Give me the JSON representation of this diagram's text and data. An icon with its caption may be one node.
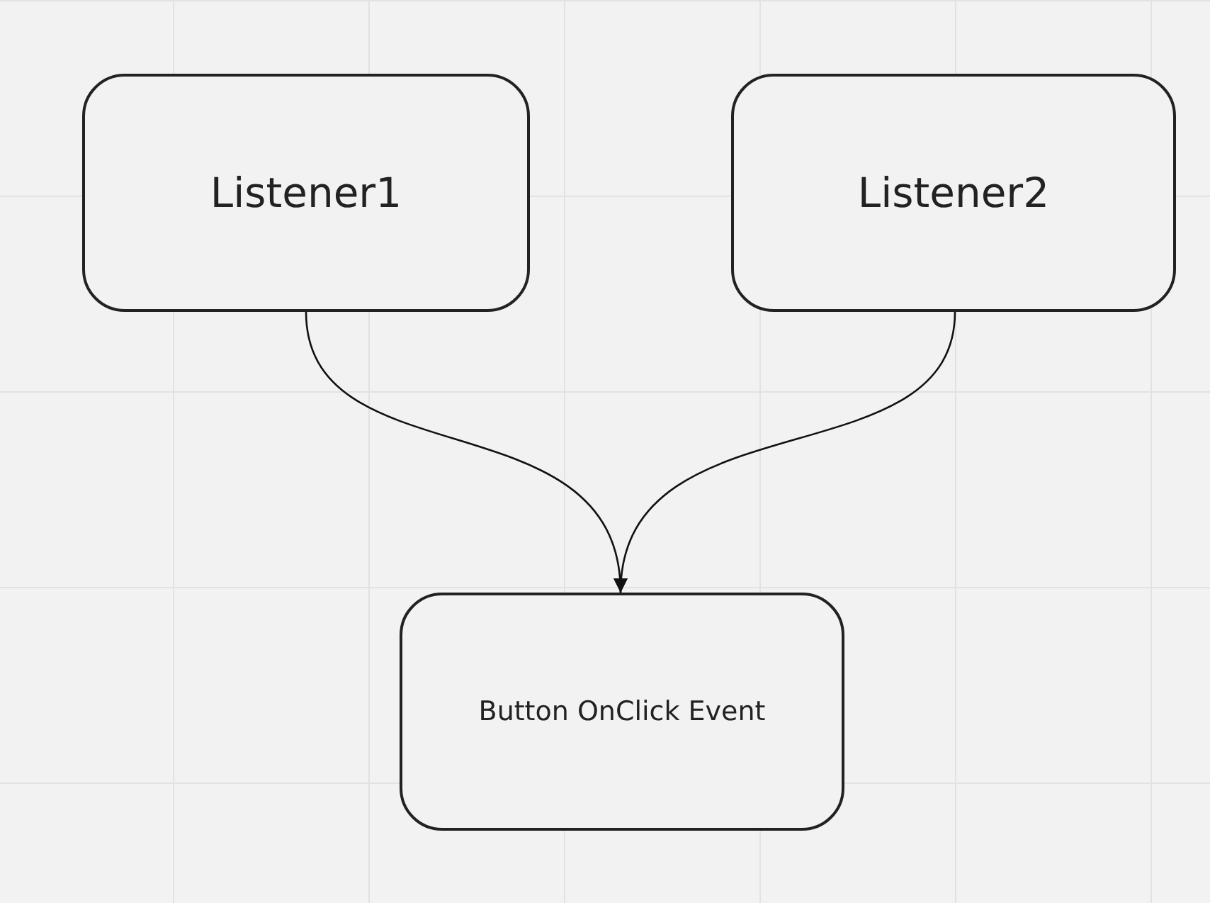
{
  "diagram": {
    "nodes": [
      {
        "text": [
          "Listener1"
        ]
      },
      {
        "text": [
          "Listener2"
        ]
      },
      {
        "text": [
          "Button OnClick Event"
        ]
      }
    ],
    "edges": [
      {
        "from": 0,
        "to": 2,
        "arrow": "to"
      },
      {
        "from": 1,
        "to": 2,
        "arrow": "to"
      }
    ]
  }
}
